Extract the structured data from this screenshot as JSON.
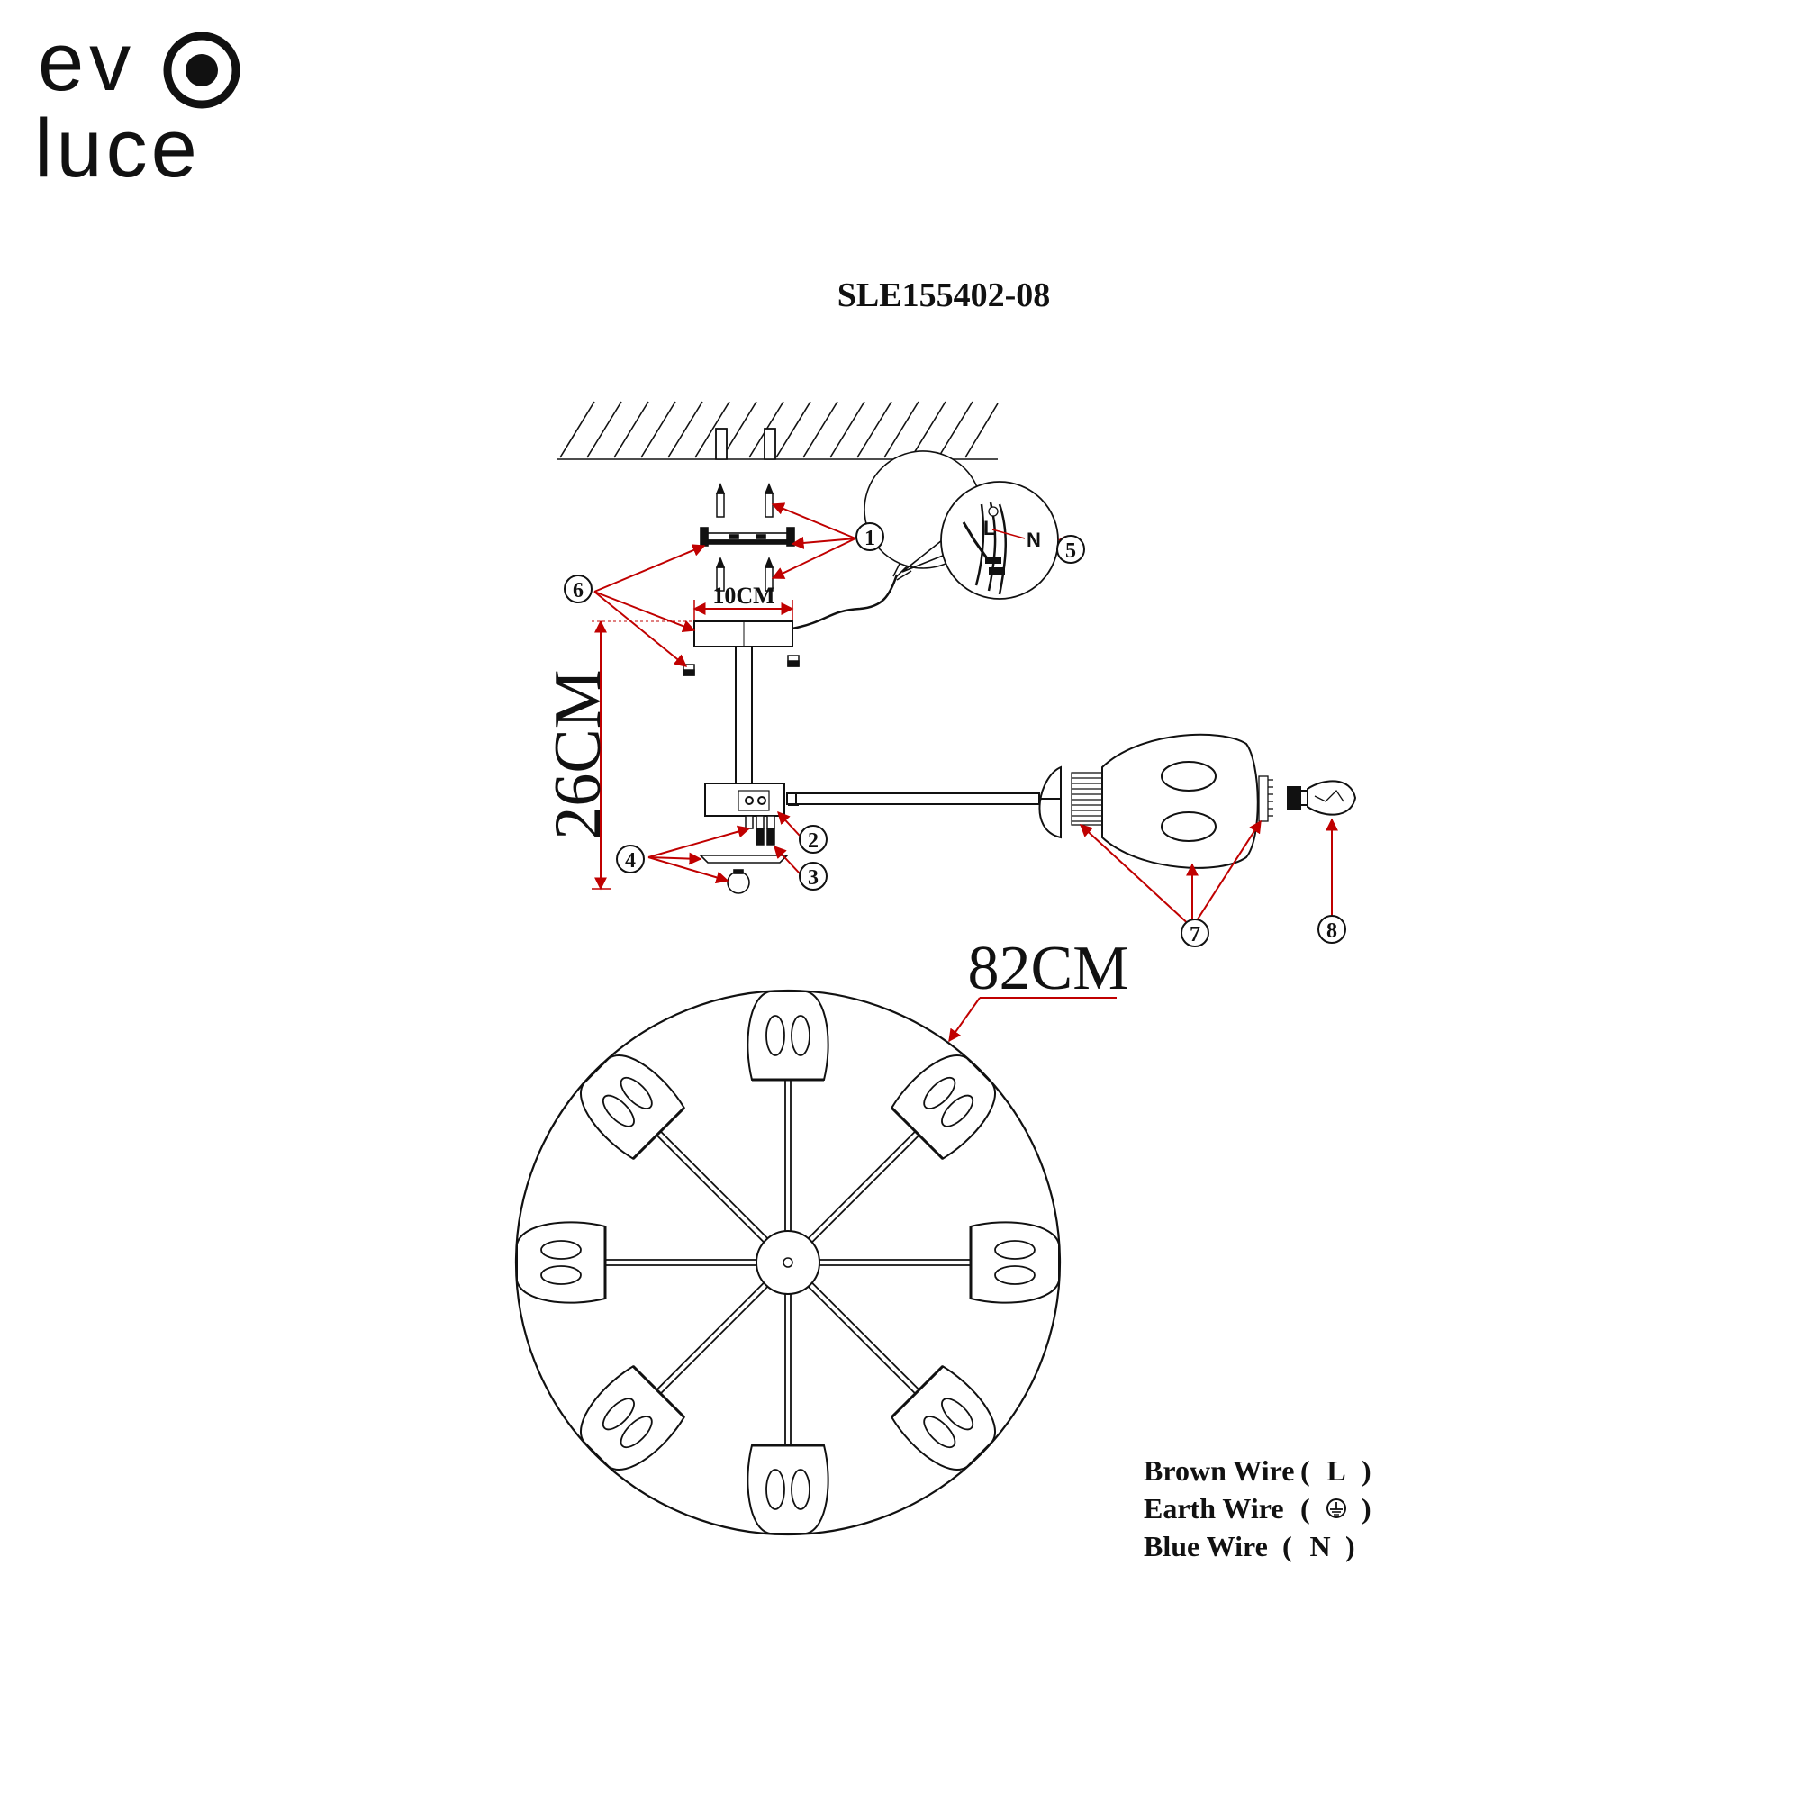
{
  "brand": {
    "line1": "ev",
    "line2": "luce",
    "logo_icon": "concentric-circle-o"
  },
  "model": {
    "code": "SLE155402-08"
  },
  "dimensions": {
    "width_bracket": "10CM",
    "height": "26CM",
    "diameter": "82CM"
  },
  "callouts": {
    "c1": "1",
    "c2": "2",
    "c3": "3",
    "c4": "4",
    "c5": "5",
    "c6": "6",
    "c7": "7",
    "c8": "8"
  },
  "wiring_detail": {
    "live": "L",
    "neutral": "N"
  },
  "legend": {
    "brown_label": "Brown Wire",
    "brown_symbol": "L",
    "earth_label": "Earth Wire",
    "earth_symbol": "earth-ground-icon",
    "blue_label": "Blue Wire",
    "blue_symbol": "N"
  },
  "colors": {
    "line": "#111111",
    "leader": "#c00000",
    "background": "#ffffff"
  }
}
